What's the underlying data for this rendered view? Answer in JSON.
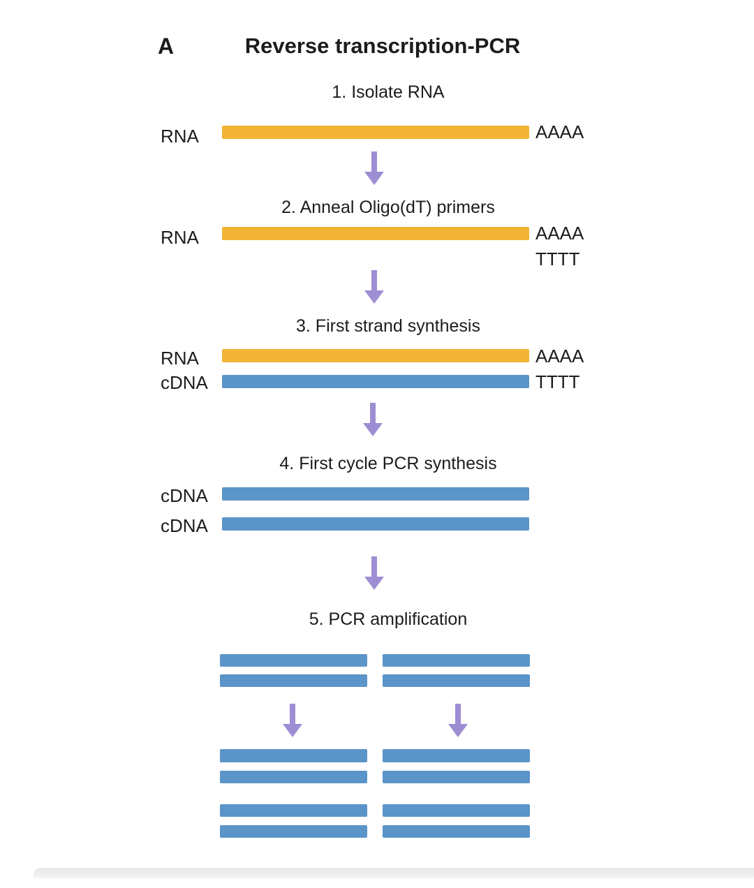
{
  "colors": {
    "rna_bar": "#F1B434",
    "cdna_bar": "#5B94C8",
    "arrow": "#9D8ED4",
    "text": "#1C1C1C",
    "divider": "#E8E8E8"
  },
  "icons": {
    "down_arrow": "↓"
  },
  "panel": {
    "label": "A",
    "title": "Reverse transcription-PCR"
  },
  "steps": {
    "s1": {
      "title": "1. Isolate RNA",
      "strand": "RNA",
      "tail": "AAAA"
    },
    "s2": {
      "title": "2. Anneal Oligo(dT) primers",
      "strand": "RNA",
      "tail_top": "AAAA",
      "tail_bottom": "TTTT"
    },
    "s3": {
      "title": "3. First strand synthesis",
      "rna": "RNA",
      "cdna": "cDNA",
      "tail_top": "AAAA",
      "tail_bottom": "TTTT"
    },
    "s4": {
      "title": "4. First cycle PCR synthesis",
      "strand1": "cDNA",
      "strand2": "cDNA"
    },
    "s5": {
      "title": "5. PCR amplification",
      "top_groups": 2,
      "bars_per_top_group": 2,
      "bottom_groups": 2,
      "bars_per_bottom_group": 4
    }
  }
}
